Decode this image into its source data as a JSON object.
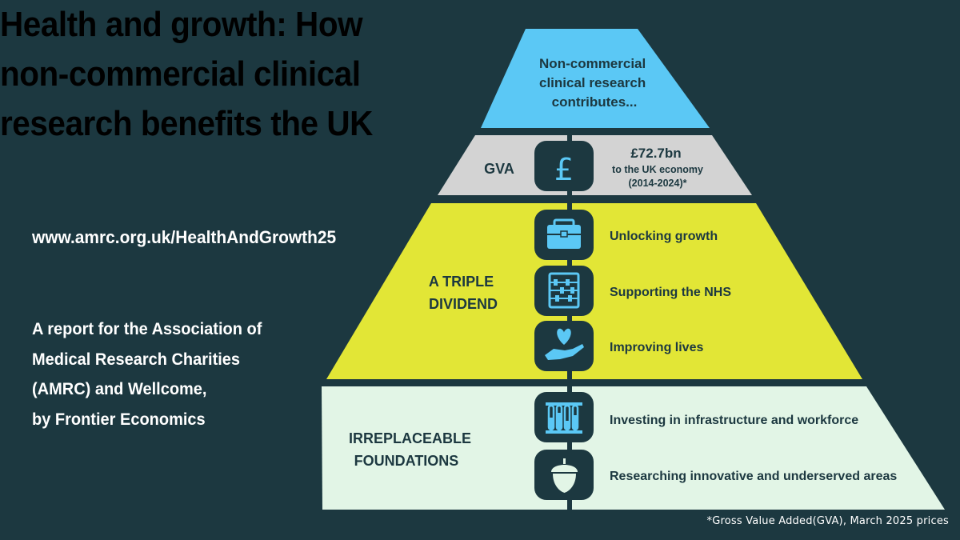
{
  "title": "Health and growth: How non-commercial clinical research benefits the UK",
  "url": "www.amrc.org.uk/HealthAndGrowth25",
  "report_lines": [
    "A report for the Association of",
    "Medical Research Charities",
    "(AMRC) and Wellcome,",
    "by Frontier Economics"
  ],
  "pyramid": {
    "top": {
      "lines": [
        "Non-commercial",
        "clinical research",
        "contributes..."
      ],
      "color": "#5bc8f5"
    },
    "gva": {
      "label": "GVA",
      "icon": "pound-icon",
      "value": "£72.7bn",
      "sub1": "to the UK economy",
      "sub2": "(2014-2024)*",
      "color": "#d3d3d3"
    },
    "dividend": {
      "label_lines": [
        "A TRIPLE",
        "DIVIDEND"
      ],
      "color": "#e2e636",
      "items": [
        {
          "icon": "briefcase-icon",
          "text": "Unlocking growth"
        },
        {
          "icon": "abacus-icon",
          "text": "Supporting the NHS"
        },
        {
          "icon": "hand-heart-icon",
          "text": "Improving lives"
        }
      ]
    },
    "foundations": {
      "label_lines": [
        "IRREPLACEABLE",
        "FOUNDATIONS"
      ],
      "color": "#e2f5e6",
      "items": [
        {
          "icon": "test-tubes-icon",
          "text": "Investing in infrastructure and workforce"
        },
        {
          "icon": "acorn-icon",
          "text": "Researching innovative and underserved areas"
        }
      ]
    }
  },
  "footnote": "*Gross Value Added(GVA), March 2025 prices",
  "colors": {
    "background": "#1c3840",
    "icon_blue": "#5bc8f5",
    "dark": "#1c3840"
  }
}
